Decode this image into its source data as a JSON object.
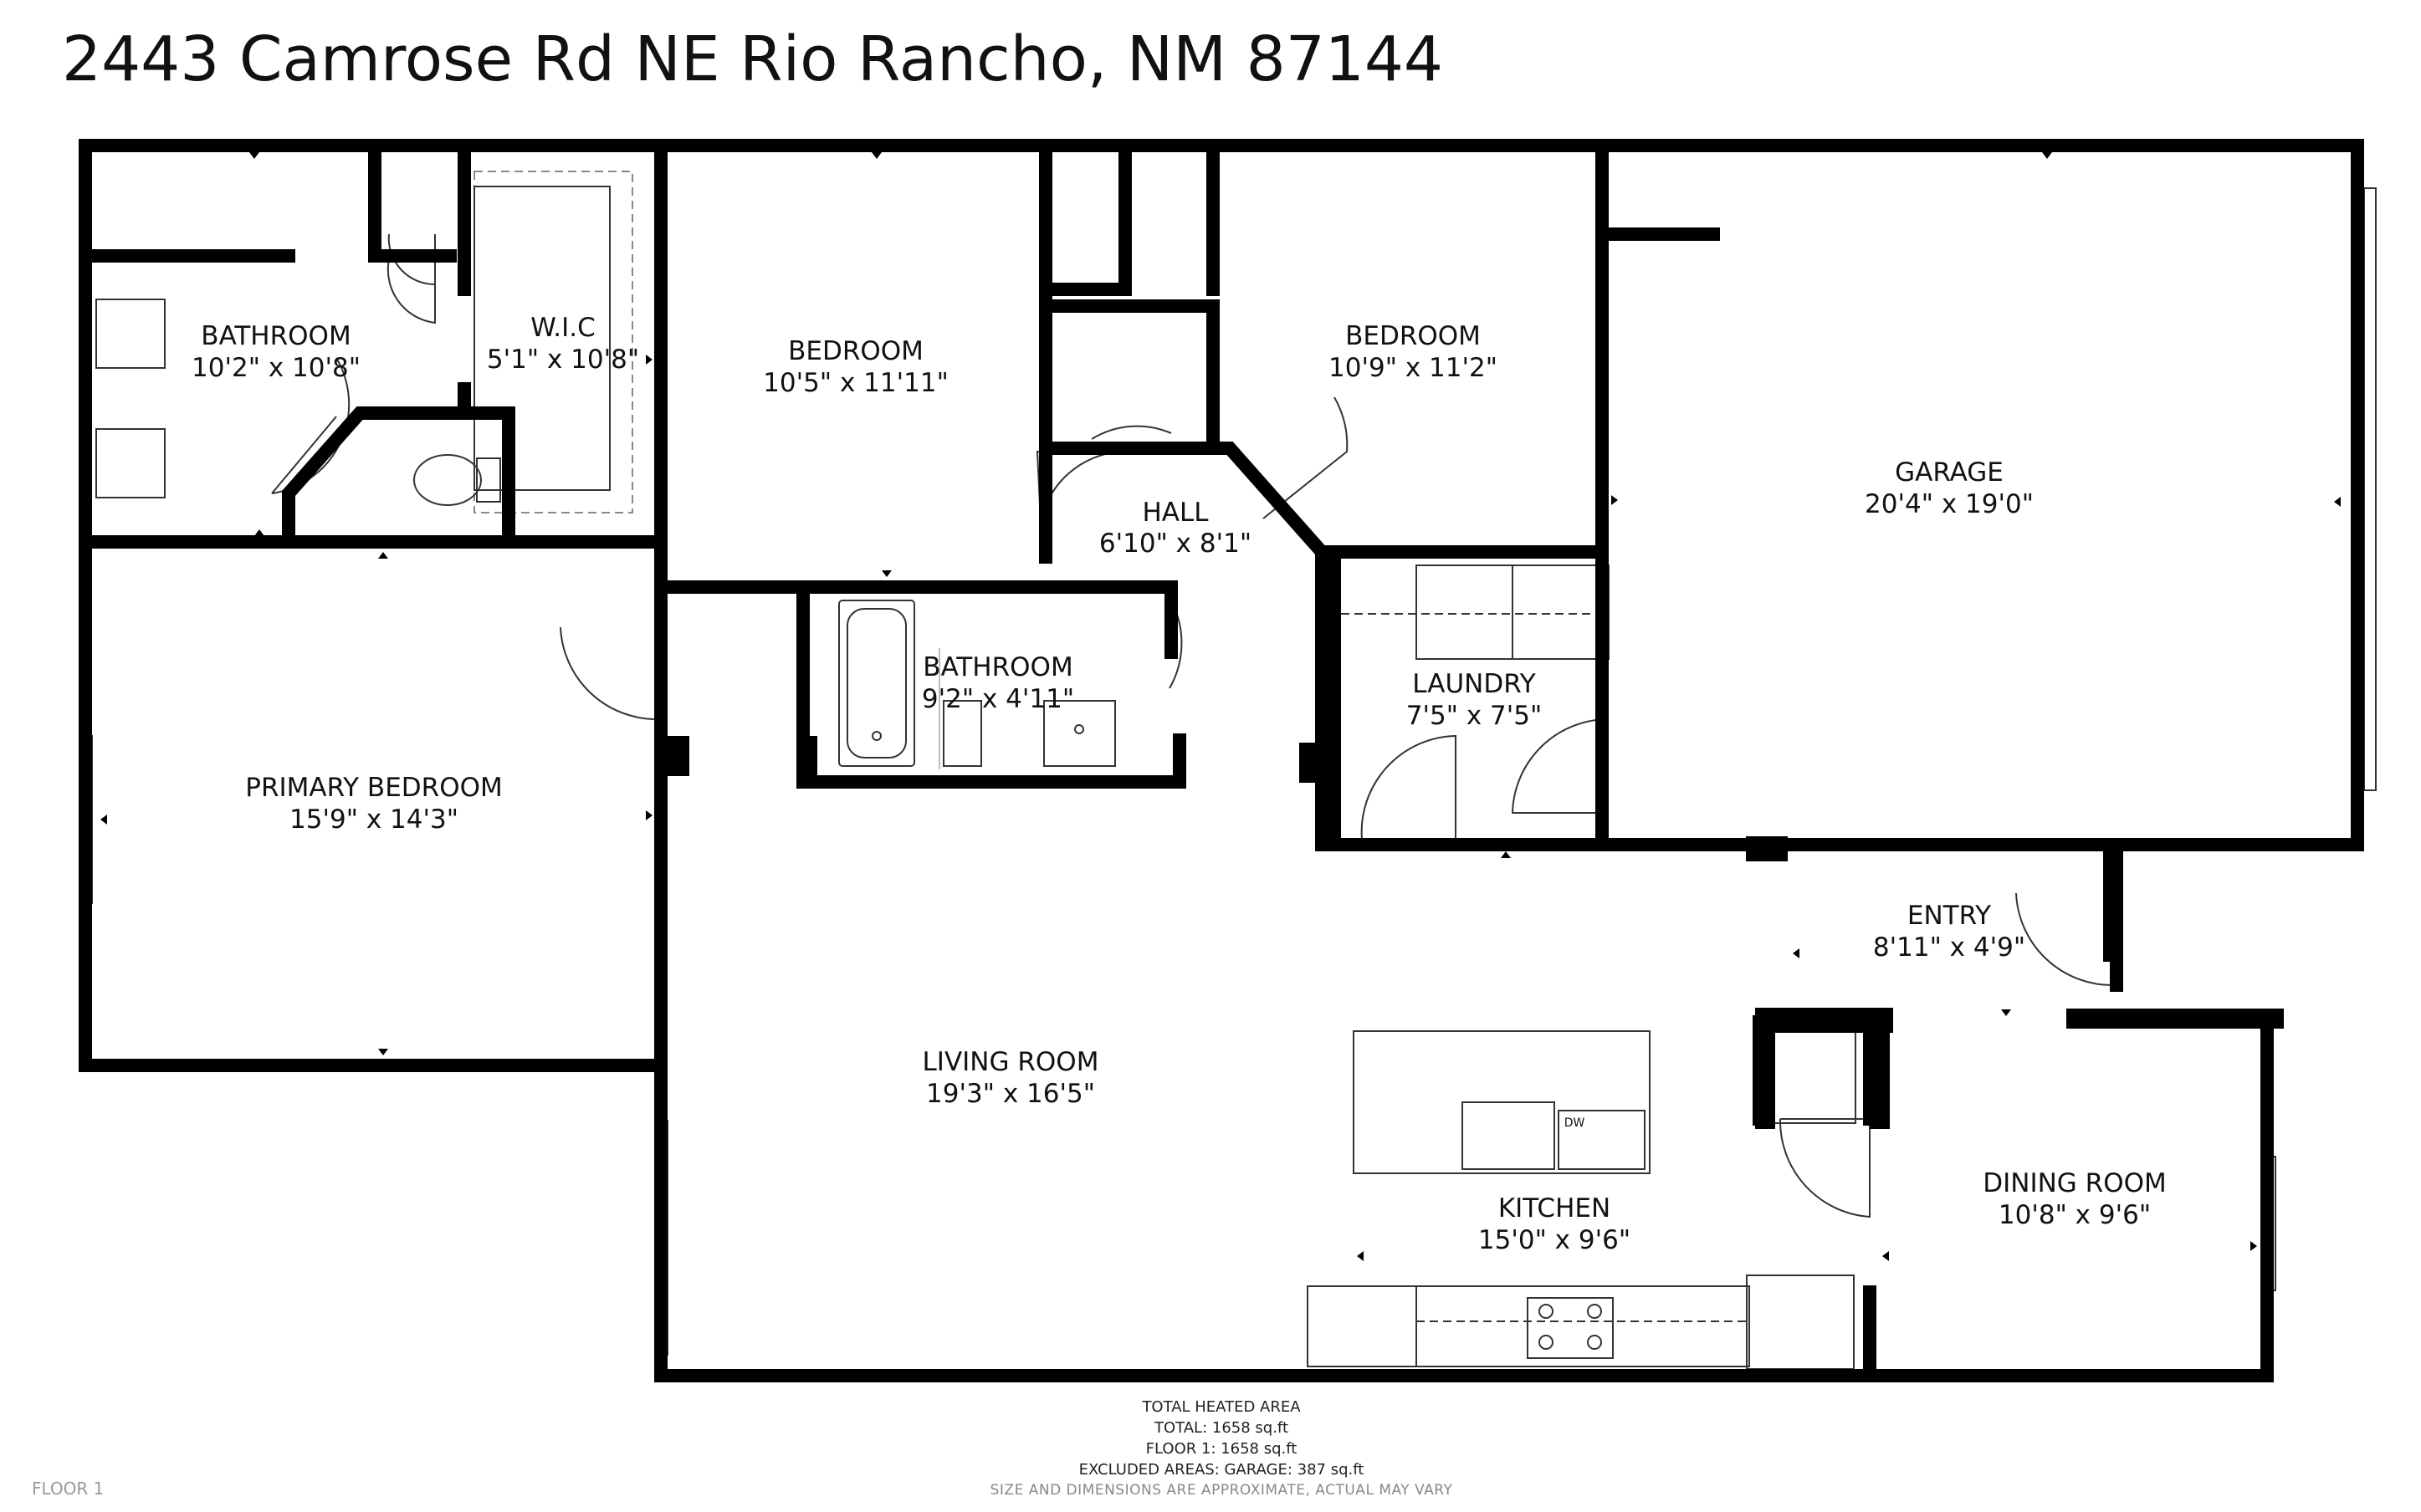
{
  "header": {
    "address": "2443 Camrose Rd NE Rio Rancho, NM 87144"
  },
  "rooms": [
    {
      "id": "bathroom-primary",
      "name": "BATHROOM",
      "dims": "10'2\" x 10'8\""
    },
    {
      "id": "wic",
      "name": "W.I.C",
      "dims": "5'1\" x 10'8\""
    },
    {
      "id": "bedroom-2",
      "name": "BEDROOM",
      "dims": "10'5\" x 11'11\""
    },
    {
      "id": "bedroom-3",
      "name": "BEDROOM",
      "dims": "10'9\" x 11'2\""
    },
    {
      "id": "garage",
      "name": "GARAGE",
      "dims": "20'4\" x 19'0\""
    },
    {
      "id": "hall",
      "name": "HALL",
      "dims": "6'10\" x 8'1\""
    },
    {
      "id": "bathroom-2",
      "name": "BATHROOM",
      "dims": "9'2\" x 4'11\""
    },
    {
      "id": "laundry",
      "name": "LAUNDRY",
      "dims": "7'5\" x 7'5\""
    },
    {
      "id": "primary-bedroom",
      "name": "PRIMARY BEDROOM",
      "dims": "15'9\" x 14'3\""
    },
    {
      "id": "entry",
      "name": "ENTRY",
      "dims": "8'11\" x 4'9\""
    },
    {
      "id": "living-room",
      "name": "LIVING ROOM",
      "dims": "19'3\" x 16'5\""
    },
    {
      "id": "kitchen",
      "name": "KITCHEN",
      "dims": "15'0\" x 9'6\""
    },
    {
      "id": "dining-room",
      "name": "DINING ROOM",
      "dims": "10'8\" x 9'6\""
    }
  ],
  "fixtures": {
    "dishwasher": "DW"
  },
  "summary": {
    "heading": "TOTAL HEATED AREA",
    "total": "TOTAL: 1658 sq.ft",
    "floor1": "FLOOR 1: 1658 sq.ft",
    "excluded": "EXCLUDED AREAS: GARAGE: 387 sq.ft",
    "note": "SIZE AND DIMENSIONS ARE APPROXIMATE, ACTUAL MAY VARY"
  },
  "floor_label": "FLOOR 1"
}
